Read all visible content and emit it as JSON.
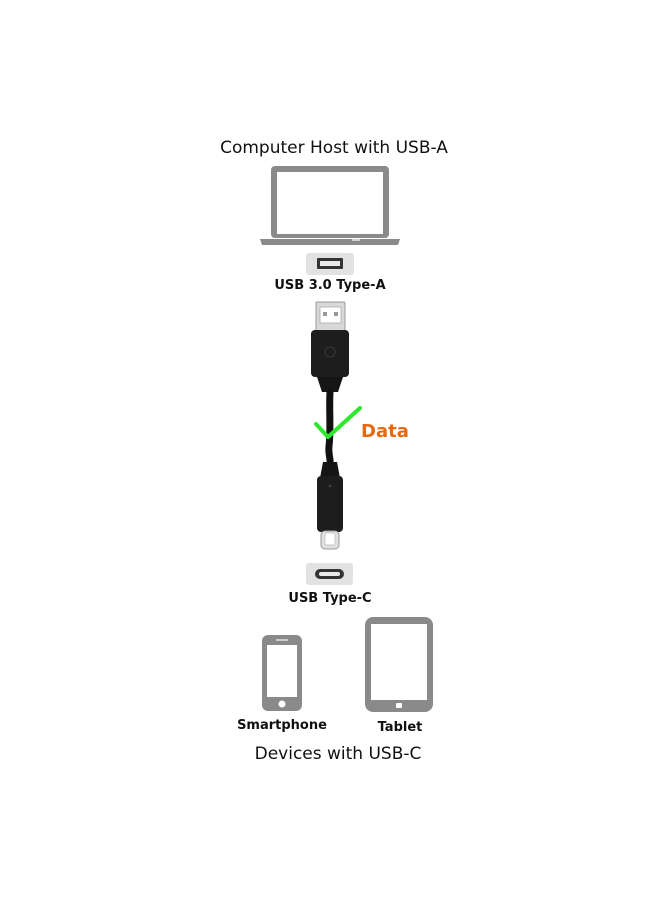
{
  "host": {
    "title": "Computer Host with USB-A"
  },
  "connector_a": {
    "label": "USB 3.0 Type-A"
  },
  "data_indicator": {
    "label": "Data",
    "color": "#e4690f",
    "check_color": "#2ee82e"
  },
  "connector_c": {
    "label": "USB Type-C"
  },
  "devices": {
    "smartphone_label": "Smartphone",
    "tablet_label": "Tablet",
    "title": "Devices with USB-C"
  },
  "icons": [
    "laptop-icon",
    "usb-a-port-icon",
    "usb-cable-icon",
    "checkmark-icon",
    "usb-c-port-icon",
    "smartphone-icon",
    "tablet-icon"
  ]
}
